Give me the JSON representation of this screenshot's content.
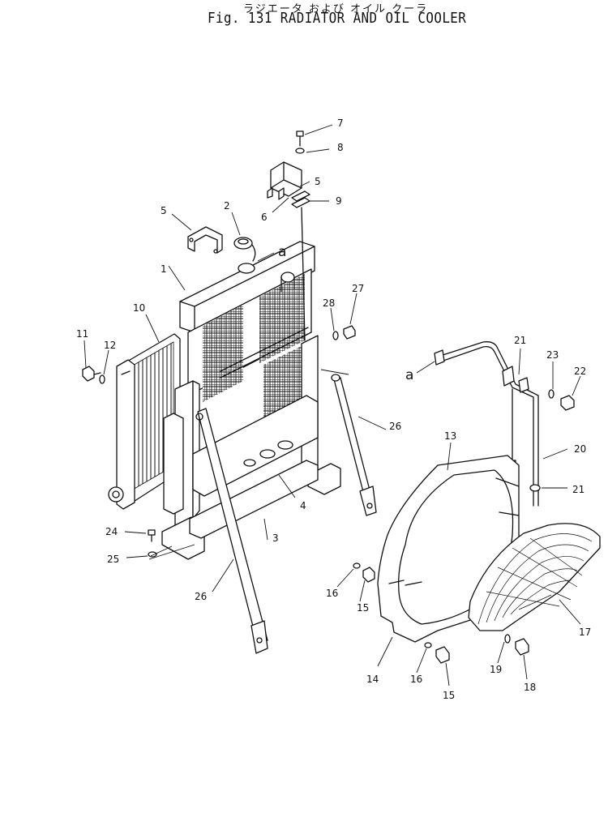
{
  "title": {
    "japanese": "ラジエータ および オイル クーラ",
    "english": "Fig. 131 RADIATOR AND OIL COOLER"
  },
  "callouts": [
    {
      "id": "c1",
      "label": "1"
    },
    {
      "id": "c2",
      "label": "2"
    },
    {
      "id": "c3",
      "label": "3"
    },
    {
      "id": "c4",
      "label": "4"
    },
    {
      "id": "c5a",
      "label": "5"
    },
    {
      "id": "c5b",
      "label": "5"
    },
    {
      "id": "c6",
      "label": "6"
    },
    {
      "id": "c7",
      "label": "7"
    },
    {
      "id": "c8",
      "label": "8"
    },
    {
      "id": "c9",
      "label": "9"
    },
    {
      "id": "c10",
      "label": "10"
    },
    {
      "id": "c11",
      "label": "11"
    },
    {
      "id": "c12",
      "label": "12"
    },
    {
      "id": "c13",
      "label": "13"
    },
    {
      "id": "c14",
      "label": "14"
    },
    {
      "id": "c15a",
      "label": "15"
    },
    {
      "id": "c15b",
      "label": "15"
    },
    {
      "id": "c16a",
      "label": "16"
    },
    {
      "id": "c16b",
      "label": "16"
    },
    {
      "id": "c17",
      "label": "17"
    },
    {
      "id": "c18",
      "label": "18"
    },
    {
      "id": "c19",
      "label": "19"
    },
    {
      "id": "c20",
      "label": "20"
    },
    {
      "id": "c21a",
      "label": "21"
    },
    {
      "id": "c21b",
      "label": "21"
    },
    {
      "id": "c22",
      "label": "22"
    },
    {
      "id": "c23",
      "label": "23"
    },
    {
      "id": "c24",
      "label": "24"
    },
    {
      "id": "c25",
      "label": "25"
    },
    {
      "id": "c26a",
      "label": "26"
    },
    {
      "id": "c26b",
      "label": "26"
    },
    {
      "id": "c27",
      "label": "27"
    },
    {
      "id": "c28",
      "label": "28"
    }
  ],
  "references": [
    {
      "id": "ra1",
      "label": "a"
    },
    {
      "id": "ra2",
      "label": "a"
    }
  ]
}
